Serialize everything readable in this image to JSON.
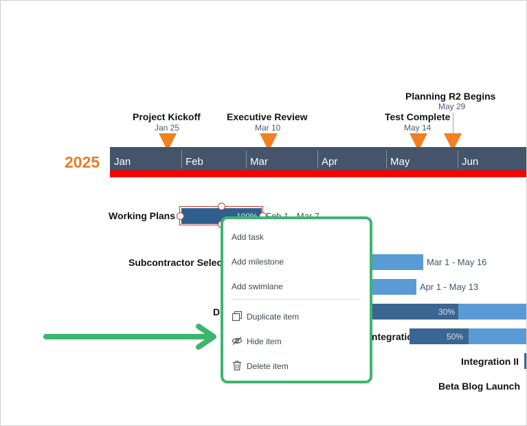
{
  "timeline": {
    "year": "2025",
    "months": [
      "Jan",
      "Feb",
      "Mar",
      "Apr",
      "May",
      "Jun"
    ],
    "colors": {
      "bar": "#44546a",
      "today_strip": "#ff0000",
      "milestone": "#f08020",
      "year": "#e57c25"
    }
  },
  "milestones": [
    {
      "title": "Project Kickoff",
      "date": "Jan 25"
    },
    {
      "title": "Executive Review",
      "date": "Mar 10"
    },
    {
      "title": "Test Complete",
      "date": "May 14"
    },
    {
      "title": "Planning R2 Begins",
      "date": "May 29"
    }
  ],
  "tasks": [
    {
      "label": "Working Plans",
      "dates": "Feb 1 - Mar 7",
      "percent": "100%",
      "progress": 1.0,
      "color": "#2f5f8f"
    },
    {
      "label": "Subcontractor Selection",
      "dates": "Mar 1 - May 16",
      "color": "#5b9bd5"
    },
    {
      "label": "",
      "dates": "Apr 1 - May 13",
      "color": "#5b9bd5"
    },
    {
      "label": "D",
      "dates": "",
      "percent": "30%",
      "progress": 0.3,
      "color": "#5b9bd5",
      "done_color": "#3b6592"
    },
    {
      "label": "Integration I",
      "dates": "",
      "percent": "50%",
      "progress": 0.5,
      "color": "#5b9bd5",
      "done_color": "#3b6592"
    },
    {
      "label": "Integration II",
      "dates": ""
    },
    {
      "label": "Beta Blog Launch",
      "dates": ""
    }
  ],
  "context_menu": {
    "items": [
      {
        "label": "Add task"
      },
      {
        "label": "Add milestone"
      },
      {
        "label": "Add swimlane"
      },
      {
        "label": "Duplicate item",
        "icon": "duplicate-icon"
      },
      {
        "label": "Hide item",
        "icon": "eye-icon"
      },
      {
        "label": "Delete item",
        "icon": "trash-icon"
      }
    ],
    "border_color": "#3cb56e"
  },
  "annotation": {
    "arrow_color": "#3cb56e"
  }
}
